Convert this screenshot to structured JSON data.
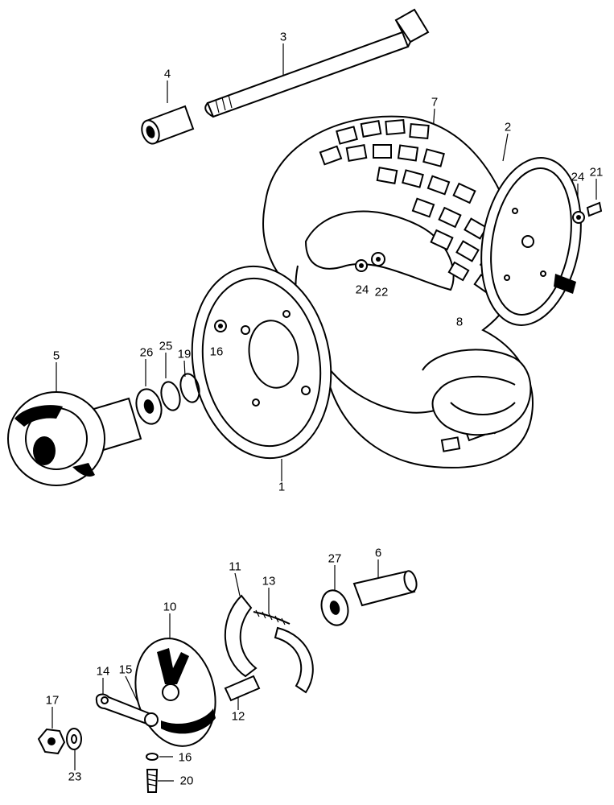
{
  "callouts": [
    {
      "id": "c3",
      "label": "3"
    },
    {
      "id": "c4",
      "label": "4"
    },
    {
      "id": "c7",
      "label": "7"
    },
    {
      "id": "c2",
      "label": "2"
    },
    {
      "id": "c24a",
      "label": "24"
    },
    {
      "id": "c21",
      "label": "21"
    },
    {
      "id": "c24b",
      "label": "24"
    },
    {
      "id": "c22",
      "label": "22"
    },
    {
      "id": "c8",
      "label": "8"
    },
    {
      "id": "c5",
      "label": "5"
    },
    {
      "id": "c26",
      "label": "26"
    },
    {
      "id": "c25",
      "label": "25"
    },
    {
      "id": "c19",
      "label": "19"
    },
    {
      "id": "c16a",
      "label": "16"
    },
    {
      "id": "c1",
      "label": "1"
    },
    {
      "id": "c11",
      "label": "11"
    },
    {
      "id": "c13",
      "label": "13"
    },
    {
      "id": "c27",
      "label": "27"
    },
    {
      "id": "c6",
      "label": "6"
    },
    {
      "id": "c10",
      "label": "10"
    },
    {
      "id": "c14",
      "label": "14"
    },
    {
      "id": "c15",
      "label": "15"
    },
    {
      "id": "c17",
      "label": "17"
    },
    {
      "id": "c12",
      "label": "12"
    },
    {
      "id": "c16b",
      "label": "16"
    },
    {
      "id": "c23",
      "label": "23"
    },
    {
      "id": "c20",
      "label": "20"
    }
  ]
}
